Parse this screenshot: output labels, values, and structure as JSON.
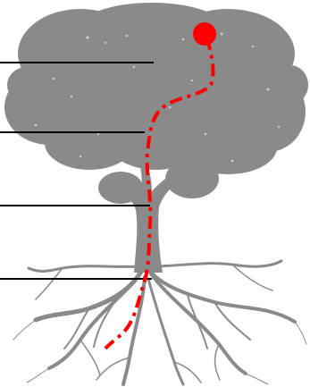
{
  "diagram": {
    "subject": "tree-with-roots",
    "colors": {
      "tree": "#8a8a8a",
      "path": "#ff0000",
      "leader": "#000000",
      "background": "#ffffff"
    },
    "leader_lines": [
      {
        "id": "crown-line"
      },
      {
        "id": "branches-line"
      },
      {
        "id": "trunk-line"
      },
      {
        "id": "roots-line"
      }
    ],
    "path_style": "dash-dot",
    "start_marker": "red-dot"
  }
}
